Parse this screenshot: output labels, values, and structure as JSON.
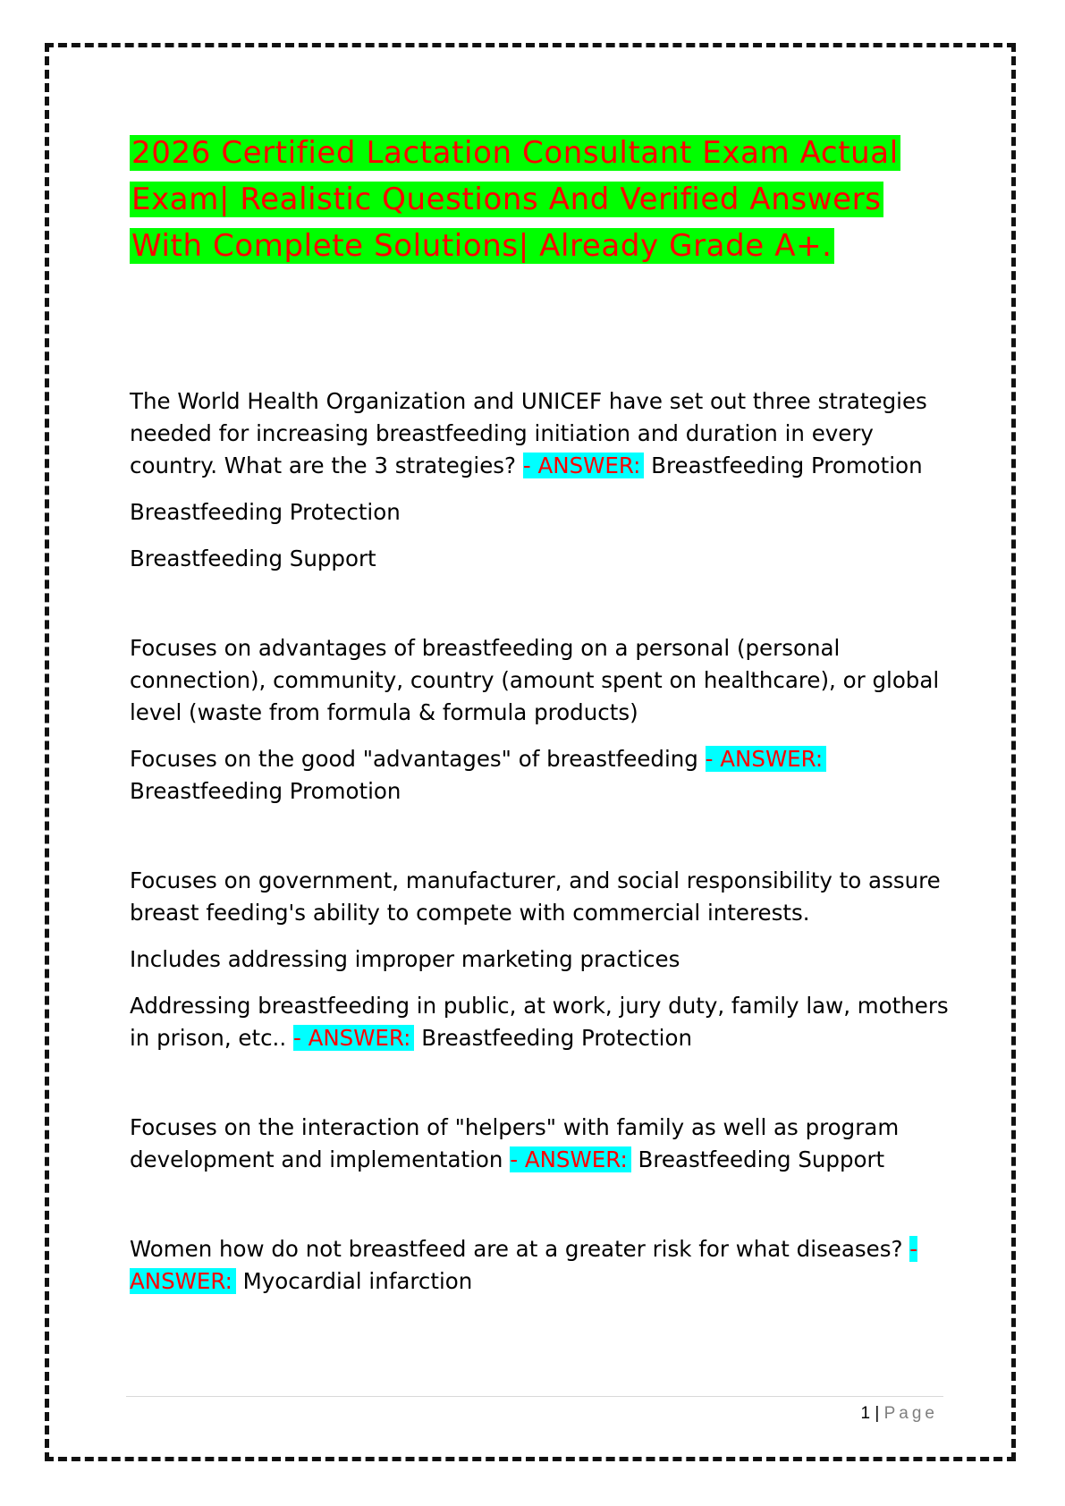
{
  "document": {
    "title": "2026 Certified Lactation Consultant Exam Actual Exam| Realistic Questions And Verified Answers With Complete Solutions| Already Grade A+.",
    "answer_tag": "- ANSWER:",
    "colors": {
      "title_text": "#ff0000",
      "title_highlight": "#00ff00",
      "answer_text": "#ff0000",
      "answer_highlight": "#00ffff"
    }
  },
  "qa": [
    {
      "question": "The World Health Organization and UNICEF have set out three strategies needed for increasing breastfeeding initiation and duration in every country. What are the 3 strategies?",
      "answer": "Breastfeeding Promotion",
      "extra_lines": [
        "Breastfeeding Protection",
        "Breastfeeding Support"
      ]
    },
    {
      "pre_lines": [
        "Focuses on advantages of breastfeeding on a personal (personal connection), community, country (amount spent on healthcare), or global level (waste from formula & formula products)"
      ],
      "question": "Focuses on the good \"advantages\" of breastfeeding",
      "answer": "Breastfeeding Promotion"
    },
    {
      "pre_lines": [
        "Focuses on government, manufacturer, and social responsibility to assure breast feeding's ability to compete with commercial interests.",
        "Includes addressing improper marketing practices"
      ],
      "question": "Addressing breastfeeding in public, at work, jury duty, family law, mothers in prison, etc..",
      "answer": "Breastfeeding Protection"
    },
    {
      "question": "Focuses on the interaction of \"helpers\" with family as well as program development and implementation",
      "answer": "Breastfeeding Support"
    },
    {
      "question": "Women how do not breastfeed are at a greater risk for what diseases?",
      "answer": "Myocardial infarction"
    }
  ],
  "footer": {
    "page_number": "1",
    "separator": "|",
    "page_word": "Page"
  }
}
